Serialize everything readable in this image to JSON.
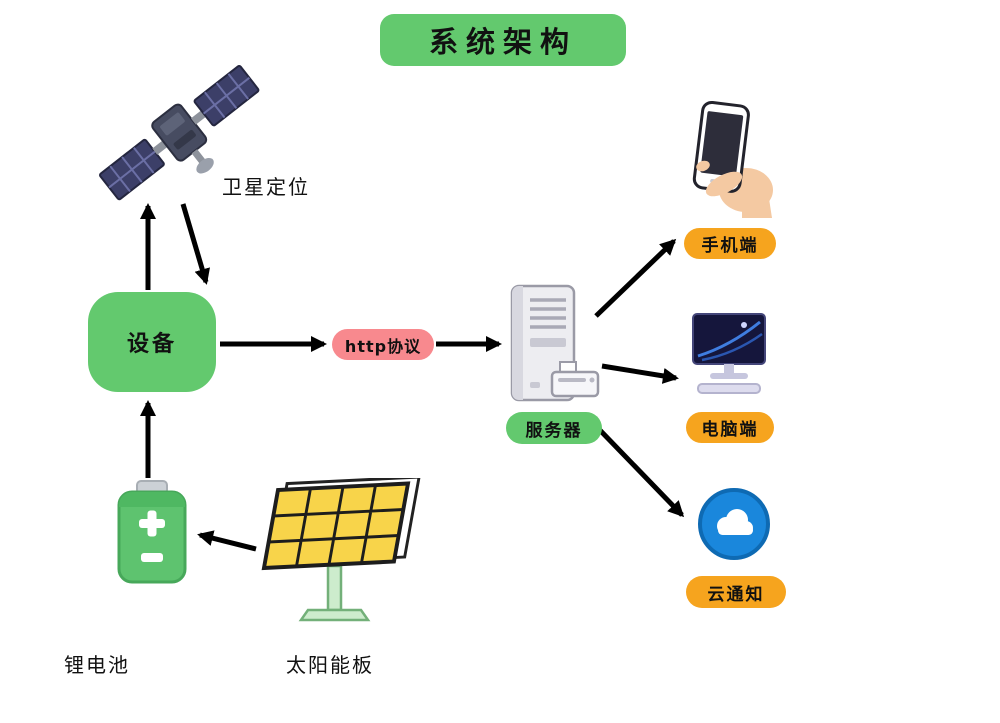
{
  "title": "系统架构",
  "nodes": {
    "satellite": {
      "label": "卫星定位",
      "icon": "satellite-icon"
    },
    "device": {
      "label": "设备"
    },
    "http": {
      "label": "http协议"
    },
    "server": {
      "label": "服务器",
      "icon": "server-icon"
    },
    "phone": {
      "label": "手机端",
      "icon": "phone-hand-icon"
    },
    "pc": {
      "label": "电脑端",
      "icon": "monitor-icon"
    },
    "cloud": {
      "label": "云通知",
      "icon": "cloud-notification-icon"
    },
    "battery": {
      "label": "锂电池",
      "icon": "battery-icon"
    },
    "solar": {
      "label": "太阳能板",
      "icon": "solar-panel-icon"
    }
  },
  "edges": [
    {
      "from": "device",
      "to": "satellite"
    },
    {
      "from": "satellite",
      "to": "device"
    },
    {
      "from": "device",
      "to": "http"
    },
    {
      "from": "http",
      "to": "server"
    },
    {
      "from": "server",
      "to": "phone"
    },
    {
      "from": "server",
      "to": "pc"
    },
    {
      "from": "server",
      "to": "cloud"
    },
    {
      "from": "solar",
      "to": "battery"
    },
    {
      "from": "battery",
      "to": "device"
    }
  ],
  "colors": {
    "node_green": "#63c96e",
    "protocol_pink": "#f8898e",
    "endpoint_orange": "#f6a41e",
    "cloud_blue": "#1a87dc",
    "arrow_black": "#000000",
    "solar_yellow": "#f8d44a",
    "battery_green": "#5ec36f"
  }
}
